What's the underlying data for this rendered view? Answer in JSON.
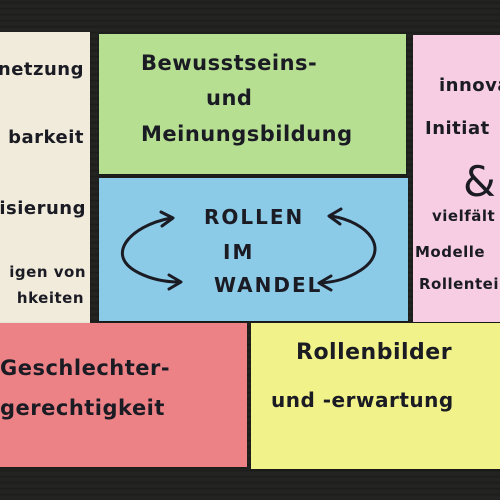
{
  "cards": {
    "cream": {
      "lines": [
        "netzung",
        "barkeit",
        "ilisierung",
        "igen von",
        "hkeiten"
      ]
    },
    "green": {
      "lines": [
        "Bewusstseins-",
        "und",
        "Meinungsbildung"
      ]
    },
    "blue": {
      "lines": [
        "ROLLEN",
        "IM",
        "WANDEL"
      ]
    },
    "pink": {
      "lines": [
        "innova",
        "Initiat",
        "&",
        "vielfält",
        "Modelle",
        "Rollentei"
      ]
    },
    "red": {
      "lines": [
        "Geschlechter-",
        "gerechtigkeit"
      ]
    },
    "yellow": {
      "lines": [
        "Rollenbilder",
        "und -erwartung"
      ]
    }
  },
  "colors": {
    "background": "#1e1e1c",
    "cream": "#f1ebdc",
    "green": "#b6df92",
    "blue": "#8ccbe8",
    "pink": "#f6cde2",
    "red": "#ec8286",
    "yellow": "#f1f38a",
    "ink": "#1b1b24"
  },
  "icons": [
    "cycle-arrows-icon"
  ]
}
